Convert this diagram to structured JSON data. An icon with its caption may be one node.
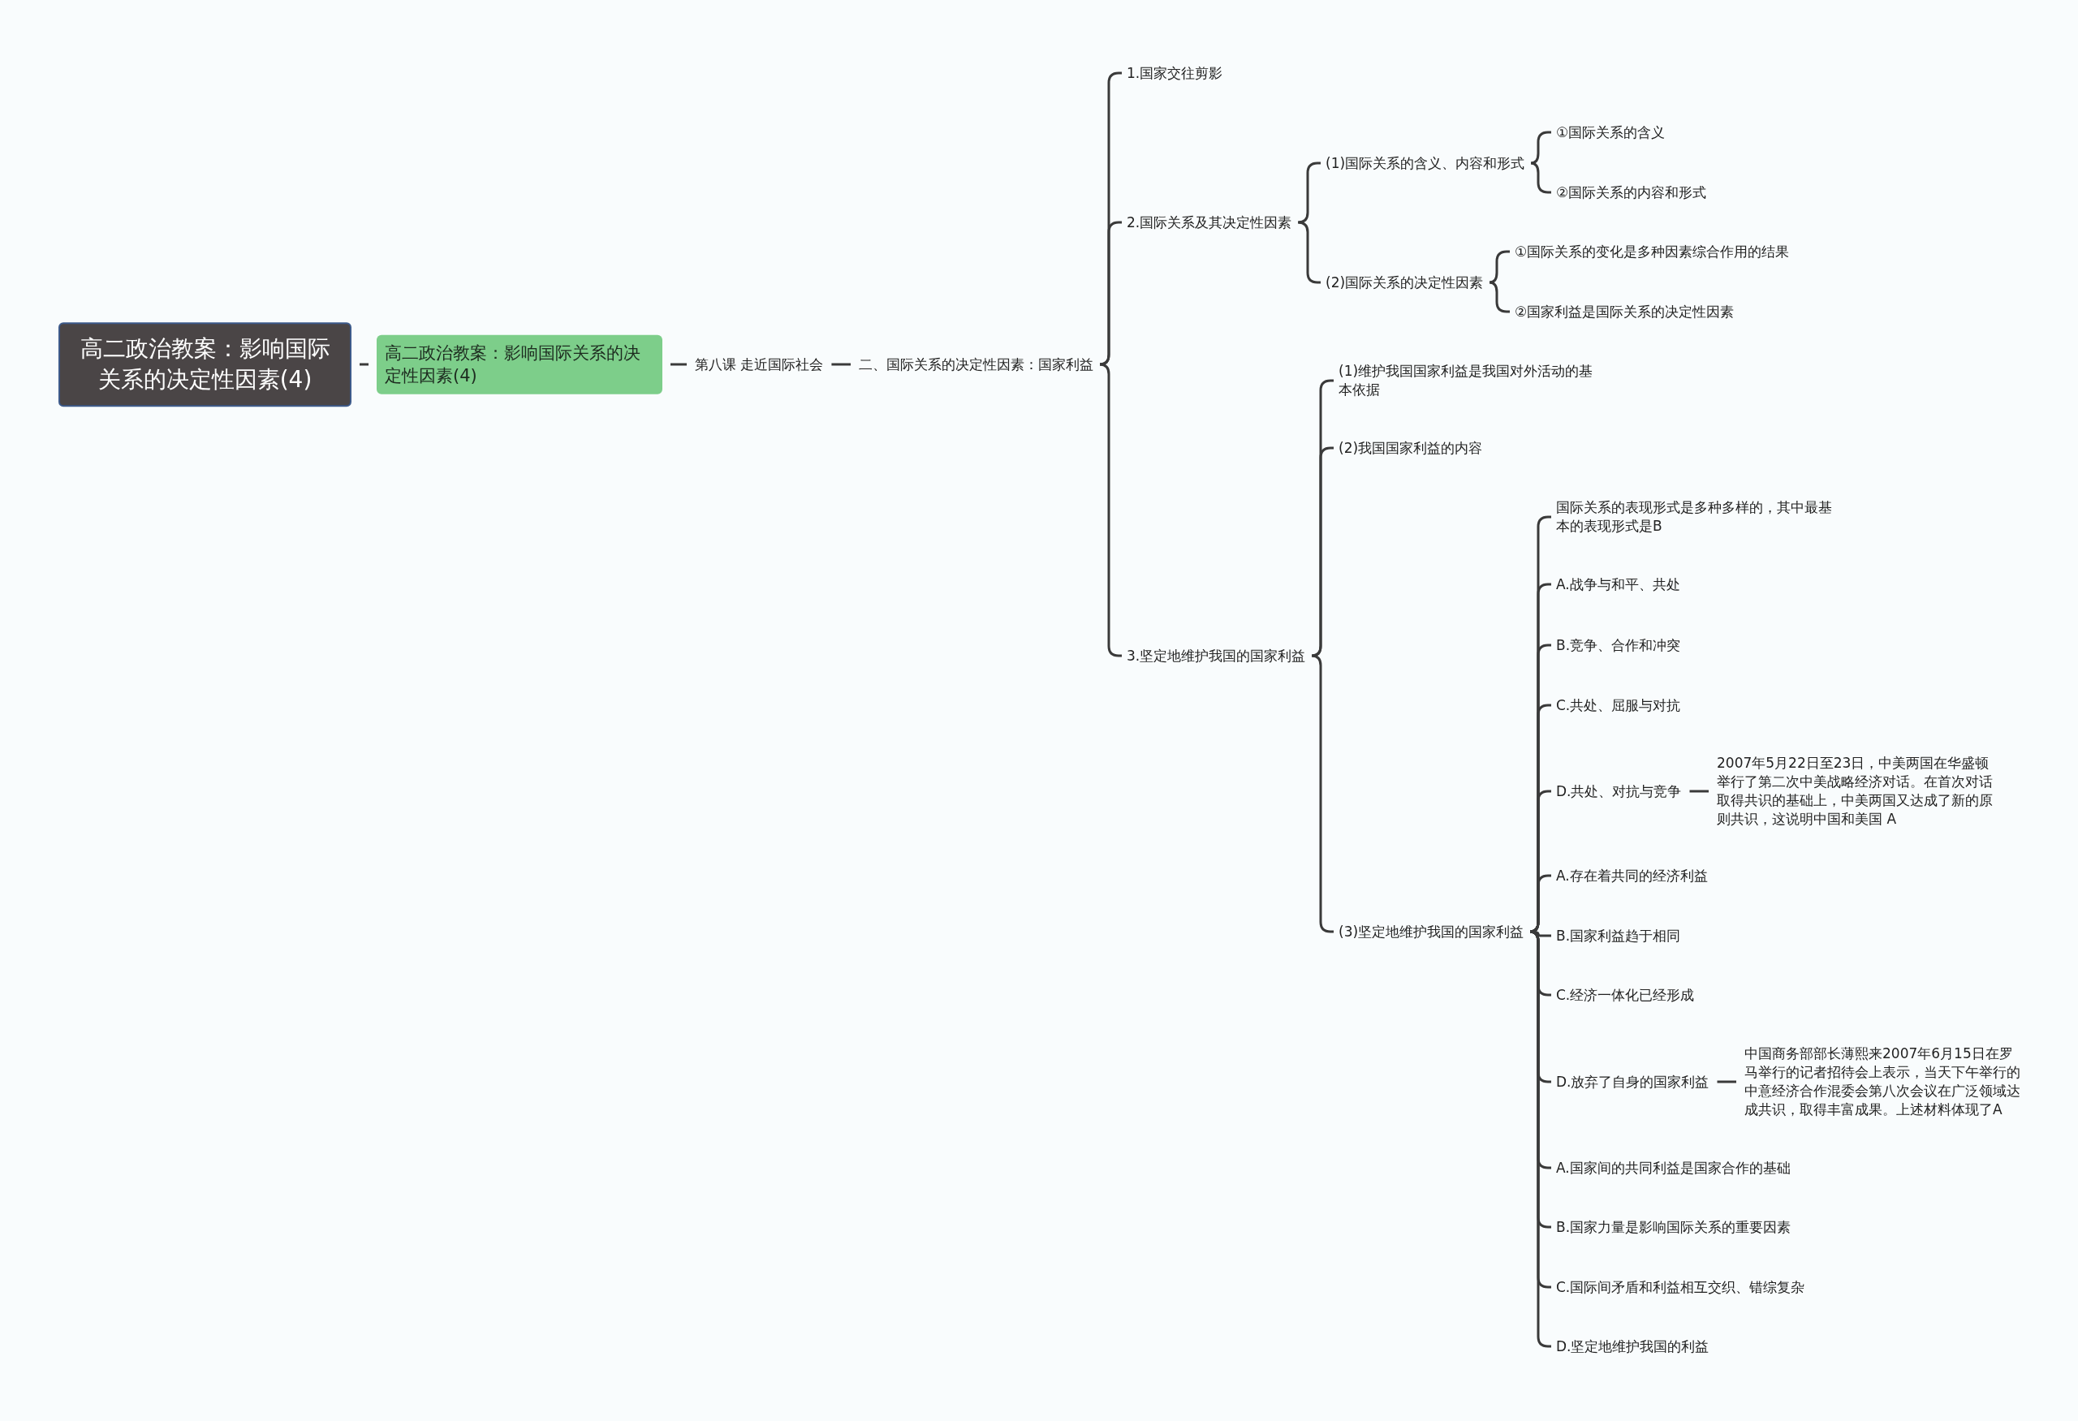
{
  "diagram": {
    "nodes": [
      {
        "text": [
          "高二政治教案：影响国际关系的决定性因素(4)"
        ]
      },
      {
        "text": [
          "高二政治教案：影响国际关系的决定性因素(4)"
        ]
      },
      {
        "text": [
          "第八课 走近国际社会"
        ]
      },
      {
        "text": [
          "二、国际关系的决定性因素：国家利益"
        ]
      },
      {
        "text": [
          "1.国家交往剪影"
        ]
      },
      {
        "text": [
          "2.国际关系及其决定性因素"
        ]
      },
      {
        "text": [
          "(1)国际关系的含义、内容和形式"
        ]
      },
      {
        "text": [
          "①国际关系的含义"
        ]
      },
      {
        "text": [
          "②国际关系的内容和形式"
        ]
      },
      {
        "text": [
          "(2)国际关系的决定性因素"
        ]
      },
      {
        "text": [
          "①国际关系的变化是多种因素综合作用的结果"
        ]
      },
      {
        "text": [
          "②国家利益是国际关系的决定性因素"
        ]
      },
      {
        "text": [
          "3.坚定地维护我国的国家利益"
        ]
      },
      {
        "text": [
          "(1)维护我国国家利益是我国对外活动的基本依据"
        ]
      },
      {
        "text": [
          "(2)我国国家利益的内容"
        ]
      },
      {
        "text": [
          "(3)坚定地维护我国的国家利益"
        ]
      },
      {
        "text": [
          "国际关系的表现形式是多种多样的，其中最基本的表现形式是B"
        ]
      },
      {
        "text": [
          "A.战争与和平、共处"
        ]
      },
      {
        "text": [
          "B.竞争、合作和冲突"
        ]
      },
      {
        "text": [
          "C.共处、屈服与对抗"
        ]
      },
      {
        "text": [
          "D.共处、对抗与竞争"
        ]
      },
      {
        "text": [
          "2007年5月22日至23日，中美两国在华盛顿举行了第二次中美战略经济对话。在首次对话取得共识的基础上，中美两国又达成了新的原则共识，这说明中国和美国 A"
        ]
      },
      {
        "text": [
          "A.存在着共同的经济利益"
        ]
      },
      {
        "text": [
          "B.国家利益趋于相同"
        ]
      },
      {
        "text": [
          "C.经济一体化已经形成"
        ]
      },
      {
        "text": [
          "D.放弃了自身的国家利益"
        ]
      },
      {
        "text": [
          "中国商务部部长薄熙来2007年6月15日在罗马举行的记者招待会上表示，当天下午举行的中意经济合作混委会第八次会议在广泛领域达成共识，取得丰富成果。上述材料体现了A"
        ]
      },
      {
        "text": [
          "A.国家间的共同利益是国家合作的基础"
        ]
      },
      {
        "text": [
          "B.国家力量是影响国际关系的重要因素"
        ]
      },
      {
        "text": [
          "C.国际间矛盾和利益相互交织、错综复杂"
        ]
      },
      {
        "text": [
          "D.坚定地维护我国的利益"
        ]
      }
    ],
    "edges": [
      {
        "from": 0,
        "to": 1,
        "arrow": "none"
      },
      {
        "from": 1,
        "to": 2,
        "arrow": "none"
      },
      {
        "from": 2,
        "to": 3,
        "arrow": "none"
      },
      {
        "from": 3,
        "to": 4,
        "arrow": "none"
      },
      {
        "from": 3,
        "to": 5,
        "arrow": "none"
      },
      {
        "from": 3,
        "to": 12,
        "arrow": "none"
      },
      {
        "from": 5,
        "to": 6,
        "arrow": "none"
      },
      {
        "from": 5,
        "to": 9,
        "arrow": "none"
      },
      {
        "from": 6,
        "to": 7,
        "arrow": "none"
      },
      {
        "from": 6,
        "to": 8,
        "arrow": "none"
      },
      {
        "from": 9,
        "to": 10,
        "arrow": "none"
      },
      {
        "from": 9,
        "to": 11,
        "arrow": "none"
      },
      {
        "from": 12,
        "to": 13,
        "arrow": "none"
      },
      {
        "from": 12,
        "to": 14,
        "arrow": "none"
      },
      {
        "from": 12,
        "to": 15,
        "arrow": "none"
      },
      {
        "from": 15,
        "to": 16,
        "arrow": "none"
      },
      {
        "from": 15,
        "to": 17,
        "arrow": "none"
      },
      {
        "from": 15,
        "to": 18,
        "arrow": "none"
      },
      {
        "from": 15,
        "to": 19,
        "arrow": "none"
      },
      {
        "from": 15,
        "to": 20,
        "arrow": "none"
      },
      {
        "from": 20,
        "to": 21,
        "arrow": "none"
      },
      {
        "from": 15,
        "to": 22,
        "arrow": "none"
      },
      {
        "from": 15,
        "to": 23,
        "arrow": "none"
      },
      {
        "from": 15,
        "to": 24,
        "arrow": "none"
      },
      {
        "from": 15,
        "to": 25,
        "arrow": "none"
      },
      {
        "from": 25,
        "to": 26,
        "arrow": "none"
      },
      {
        "from": 15,
        "to": 27,
        "arrow": "none"
      },
      {
        "from": 15,
        "to": 28,
        "arrow": "none"
      },
      {
        "from": 15,
        "to": 29,
        "arrow": "none"
      },
      {
        "from": 15,
        "to": 30,
        "arrow": "none"
      }
    ]
  }
}
